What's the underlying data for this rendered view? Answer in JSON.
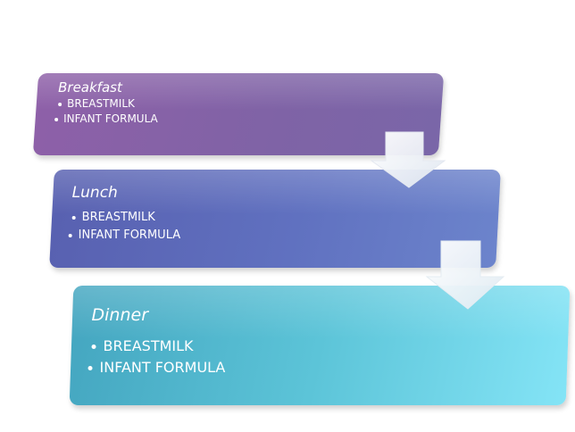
{
  "steps": [
    {
      "title": "Breakfast",
      "items": [
        "BREASTMILK",
        "INFANT FORMULA"
      ],
      "color": "#8064a2"
    },
    {
      "title": "Lunch",
      "items": [
        "BREASTMILK",
        "INFANT FORMULA"
      ],
      "color": "#6172c0"
    },
    {
      "title": "Dinner",
      "items": [
        "BREASTMILK",
        "INFANT FORMULA"
      ],
      "color": "#5cc4d8"
    }
  ],
  "connector_icon": "down-arrow-icon"
}
